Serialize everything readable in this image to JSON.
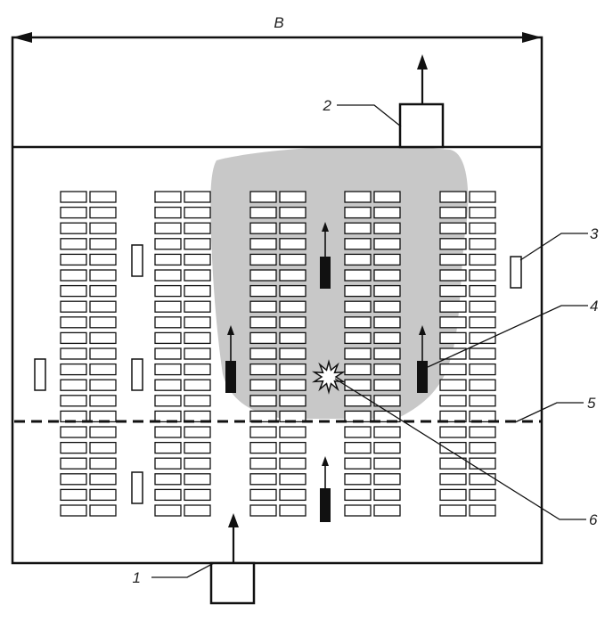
{
  "dimension": {
    "label": "B"
  },
  "callouts": [
    {
      "number": "1",
      "target": "inlet-unit"
    },
    {
      "number": "2",
      "target": "exhaust-unit"
    },
    {
      "number": "3",
      "target": "wall-vent"
    },
    {
      "number": "4",
      "target": "jet-fan"
    },
    {
      "number": "5",
      "target": "dashed-line"
    },
    {
      "number": "6",
      "target": "fire-source"
    }
  ],
  "colors": {
    "line": "#111111",
    "smoke": "#c8c8c8",
    "background": "#ffffff"
  }
}
